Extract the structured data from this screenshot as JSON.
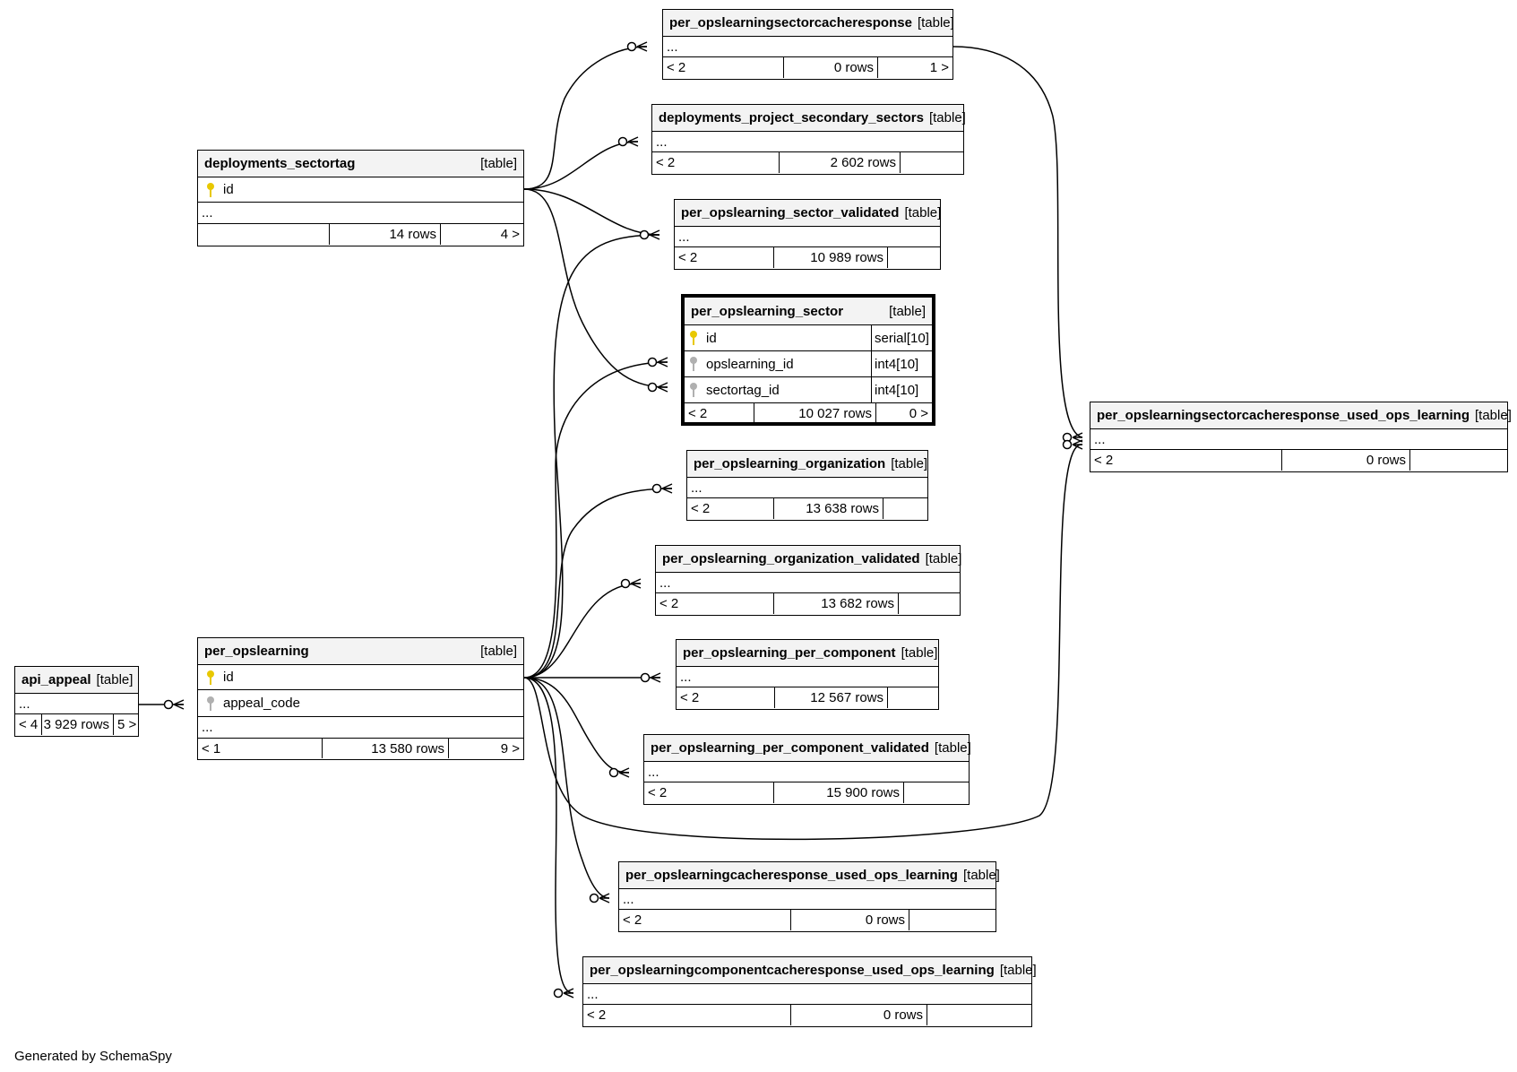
{
  "generated_by": "Generated by SchemaSpy",
  "tables": {
    "sectorcacheresponse": {
      "name": "per_opslearningsectorcacheresponse",
      "type": "[table]",
      "cols": "...",
      "parents": "< 2",
      "rows": "0 rows",
      "children": "1 >"
    },
    "secondary_sectors": {
      "name": "deployments_project_secondary_sectors",
      "type": "[table]",
      "cols": "...",
      "parents": "< 2",
      "rows": "2 602 rows",
      "children": ""
    },
    "sectortag": {
      "name": "deployments_sectortag",
      "type": "[table]",
      "id": "id",
      "cols": "...",
      "parents": "",
      "rows": "14 rows",
      "children": "4 >"
    },
    "sector_validated": {
      "name": "per_opslearning_sector_validated",
      "type": "[table]",
      "cols": "...",
      "parents": "< 2",
      "rows": "10 989 rows",
      "children": ""
    },
    "sector": {
      "name": "per_opslearning_sector",
      "type": "[table]",
      "columns": [
        {
          "name": "id",
          "type": "serial[10]",
          "key": "pk"
        },
        {
          "name": "opslearning_id",
          "type": "int4[10]",
          "key": "fk"
        },
        {
          "name": "sectortag_id",
          "type": "int4[10]",
          "key": "fk"
        }
      ],
      "parents": "< 2",
      "rows": "10 027 rows",
      "children": "0 >"
    },
    "used_ops_learning": {
      "name": "per_opslearningsectorcacheresponse_used_ops_learning",
      "type": "[table]",
      "cols": "...",
      "parents": "< 2",
      "rows": "0 rows",
      "children": ""
    },
    "organization": {
      "name": "per_opslearning_organization",
      "type": "[table]",
      "cols": "...",
      "parents": "< 2",
      "rows": "13 638 rows",
      "children": ""
    },
    "organization_validated": {
      "name": "per_opslearning_organization_validated",
      "type": "[table]",
      "cols": "...",
      "parents": "< 2",
      "rows": "13 682 rows",
      "children": ""
    },
    "per_component": {
      "name": "per_opslearning_per_component",
      "type": "[table]",
      "cols": "...",
      "parents": "< 2",
      "rows": "12 567 rows",
      "children": ""
    },
    "api_appeal": {
      "name": "api_appeal",
      "type": "[table]",
      "cols": "...",
      "parents": "< 4",
      "rows": "3 929 rows",
      "children": "5 >"
    },
    "opslearning": {
      "name": "per_opslearning",
      "type": "[table]",
      "id": "id",
      "fk": "appeal_code",
      "cols": "...",
      "parents": "< 1",
      "rows": "13 580 rows",
      "children": "9 >"
    },
    "per_component_validated": {
      "name": "per_opslearning_per_component_validated",
      "type": "[table]",
      "cols": "...",
      "parents": "< 2",
      "rows": "15 900 rows",
      "children": ""
    },
    "cacheresponse_used": {
      "name": "per_opslearningcacheresponse_used_ops_learning",
      "type": "[table]",
      "cols": "...",
      "parents": "< 2",
      "rows": "0 rows",
      "children": ""
    },
    "componentcacheresponse_used": {
      "name": "per_opslearningcomponentcacheresponse_used_ops_learning",
      "type": "[table]",
      "cols": "...",
      "parents": "< 2",
      "rows": "0 rows",
      "children": ""
    }
  }
}
